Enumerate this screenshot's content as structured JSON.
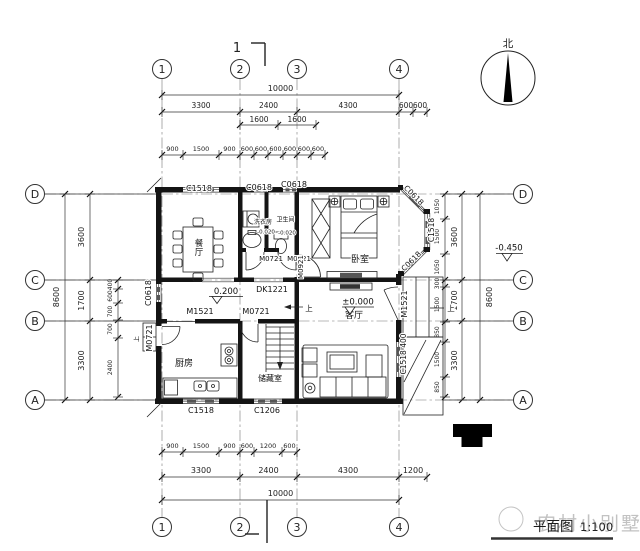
{
  "meta": {
    "title": "平面图",
    "scale": "1:100",
    "watermark": "农村小别墅",
    "north": "北",
    "section": "1",
    "up": "上"
  },
  "grid": {
    "cols": [
      "1",
      "2",
      "3",
      "4"
    ],
    "rows": [
      "D",
      "C",
      "B",
      "A"
    ]
  },
  "dims": {
    "top1": [
      "10000"
    ],
    "top2": [
      "3300",
      "2400",
      "4300",
      "600",
      "600"
    ],
    "top3": [
      "1600",
      "1600"
    ],
    "top4": [
      "900",
      "1500",
      "900",
      "600",
      "600",
      "600",
      "600",
      "600",
      "600"
    ],
    "bot1": [
      "900",
      "1500",
      "900",
      "600",
      "1200",
      "600"
    ],
    "bot2": [
      "3300",
      "2400",
      "4300",
      "1200"
    ],
    "bot3": [
      "10000"
    ],
    "left_outer": [
      "8600"
    ],
    "left_mid": [
      "3600",
      "1700",
      "3300"
    ],
    "left_inner": [
      "400",
      "600",
      "700",
      "700",
      "2400"
    ],
    "right_inner": [
      "1050",
      "1500",
      "1050",
      "300",
      "1500",
      "850",
      "1500",
      "850"
    ],
    "right_mid": [
      "3600",
      "1700",
      "3300"
    ],
    "right_outer": [
      "8600"
    ]
  },
  "rooms": {
    "dining": "餐厅",
    "laundry": "洗衣房",
    "bath": "卫生间",
    "bedroom": "卧室",
    "kitchen": "厨房",
    "storage": "储藏室",
    "living": "客厅"
  },
  "openings": {
    "win_top_1": "C1518",
    "win_top_2": "C0618",
    "win_top_3": "C0618",
    "win_bot_1": "C1518",
    "win_bot_2": "C1206",
    "win_left": "C0618",
    "door_left": "M0721",
    "door_kitchen": "M1521",
    "door_storage": "M0721",
    "door_laundry": "M0721",
    "door_bath": "M0721",
    "door_bedroom": "M0921",
    "opening": "DK1221",
    "door_entry": "M1521",
    "win_right": "C1518 400",
    "bay_top": "C0618",
    "bay_mid": "C1518",
    "bay_bot": "C0618"
  },
  "levels": {
    "corridor": "0.200",
    "living": "±0.000",
    "laundry": "-0.020",
    "bath": "-0.020",
    "outside": "-0.450"
  }
}
